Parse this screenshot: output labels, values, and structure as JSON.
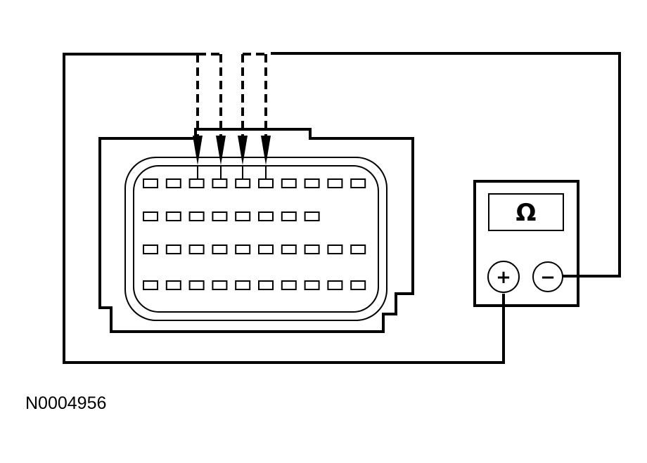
{
  "meter": {
    "display_symbol": "Ω",
    "positive_terminal_symbol": "+",
    "negative_terminal_symbol": "−"
  },
  "connector": {
    "pin_rows": [
      10,
      8,
      10,
      10
    ],
    "probe_count": 4
  },
  "figure_id": "N0004956"
}
